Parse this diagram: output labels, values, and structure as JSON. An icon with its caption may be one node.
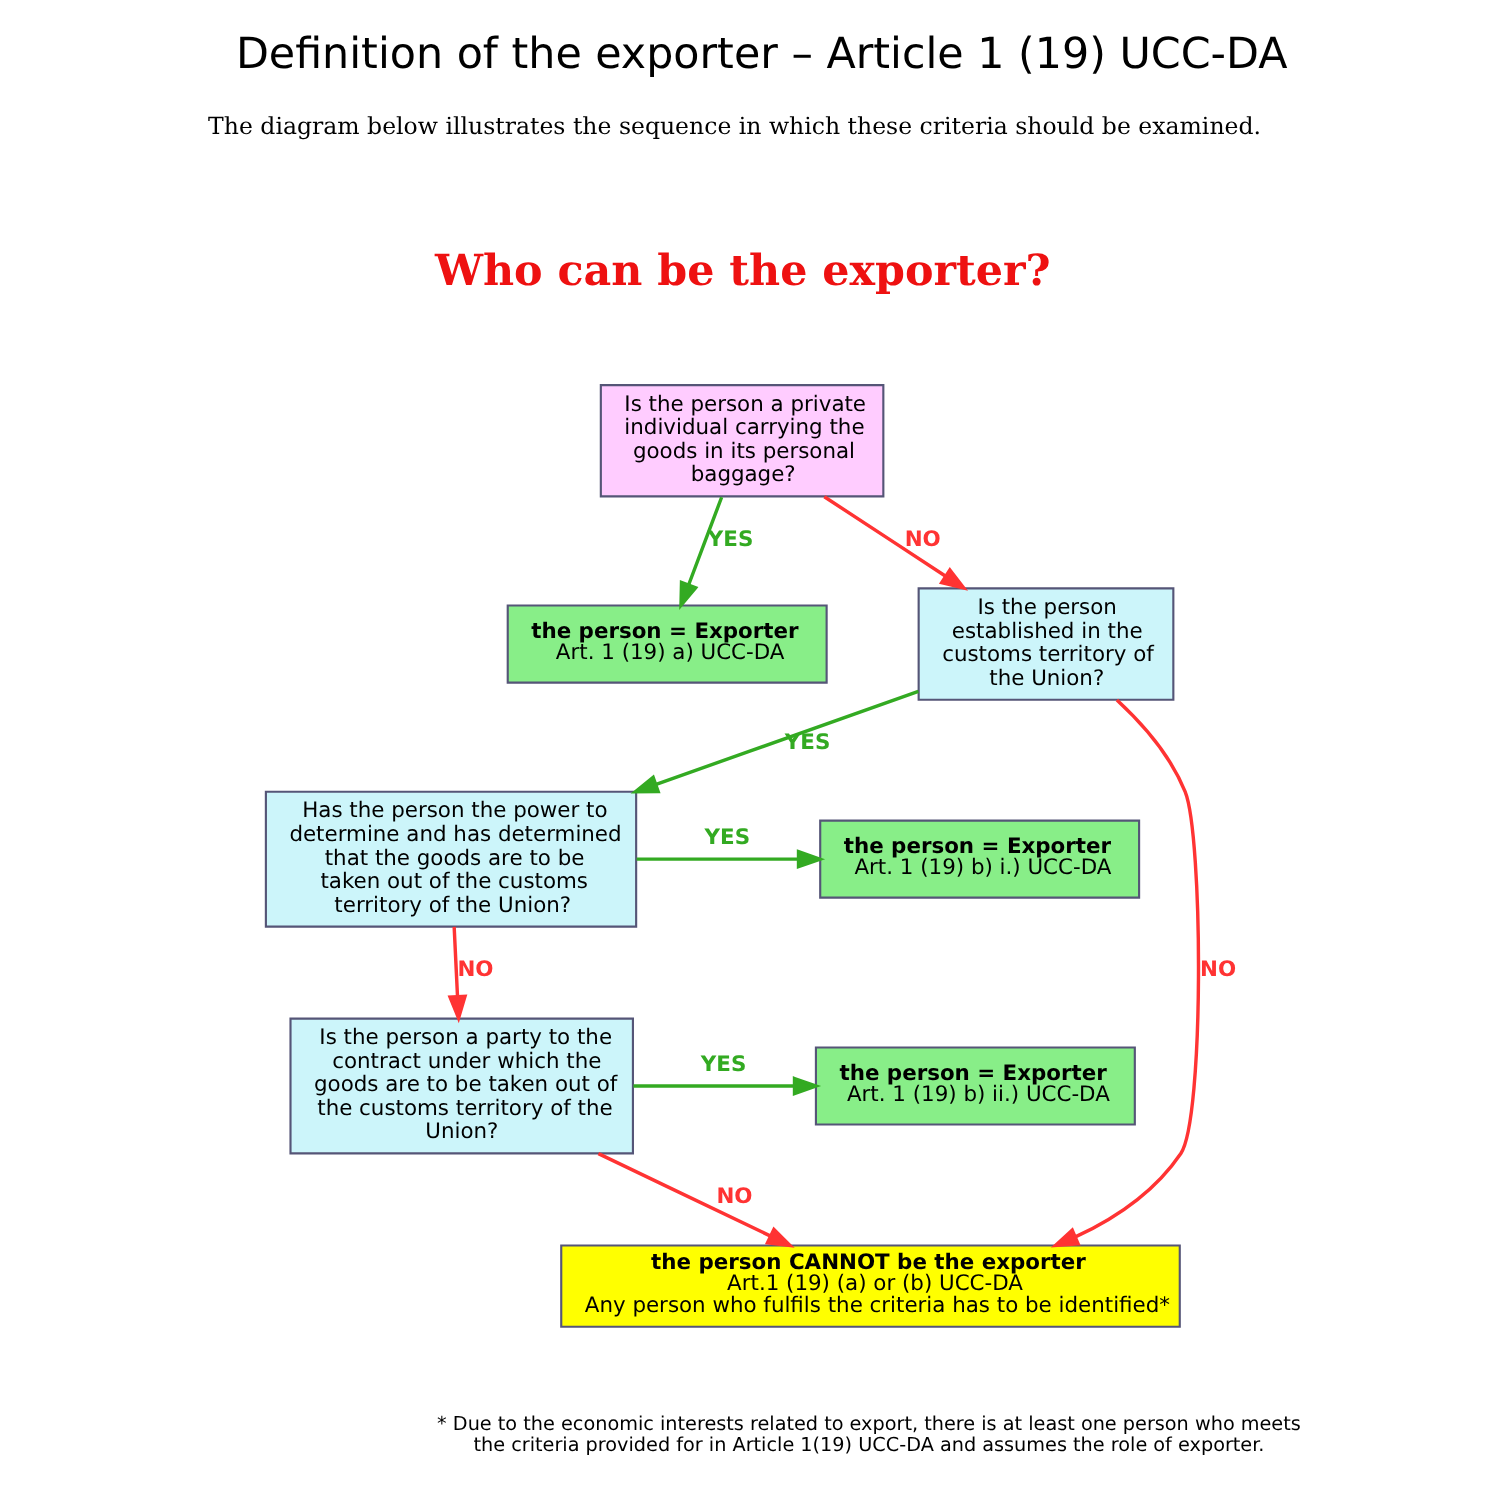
{
  "diagram": {
    "title": "Definition of the exporter – Article 1 (19) UCC-DA",
    "nodes": [
      {
        "text": [
          "Is the person a private individual carrying the goods in its personal baggage?"
        ]
      },
      {
        "text": [
          "the person = Exporter",
          "Art. 1 (19) a) UCC-DA"
        ]
      },
      {
        "text": [
          "Is the person established in the customs territory of the Union?"
        ]
      },
      {
        "text": [
          "Has the person the power to determine and has determined that the goods are to be taken out of the customs territory of the Union?"
        ]
      },
      {
        "text": [
          "the person = Exporter",
          "Art. 1 (19) b) i.) UCC-DA"
        ]
      },
      {
        "text": [
          "Is the person a party to the contract under which the goods are to be taken out of the customs territory of the Union?"
        ]
      },
      {
        "text": [
          "the person = Exporter",
          "Art. 1 (19) b) ii.) UCC-DA"
        ]
      },
      {
        "text": [
          "the person CANNOT be the exporter",
          "Art.1 (19) (a) or (b) UCC-DA",
          "Any person who fulfils the criteria has to be identified*"
        ]
      }
    ],
    "edges": [
      {
        "from": 0,
        "to": 1,
        "arrow": "to",
        "label": "YES",
        "color": "#33aa22"
      },
      {
        "from": 0,
        "to": 2,
        "arrow": "to",
        "label": "NO",
        "color": "#ff3333"
      },
      {
        "from": 2,
        "to": 3,
        "arrow": "to",
        "label": "YES",
        "color": "#33aa22"
      },
      {
        "from": 2,
        "to": 7,
        "arrow": "to",
        "label": "NO",
        "color": "#ff3333"
      },
      {
        "from": 3,
        "to": 4,
        "arrow": "to",
        "label": "YES",
        "color": "#33aa22"
      },
      {
        "from": 3,
        "to": 5,
        "arrow": "to",
        "label": "NO",
        "color": "#ff3333"
      },
      {
        "from": 5,
        "to": 6,
        "arrow": "to",
        "label": "YES",
        "color": "#33aa22"
      },
      {
        "from": 5,
        "to": 7,
        "arrow": "to",
        "label": "NO",
        "color": "#ff3333"
      }
    ],
    "labels": [
      "The diagram below illustrates the sequence in which these criteria should be examined.",
      "Who can be the exporter?",
      "* Due to the economic interests related to export, there is at least one person who meets the criteria provided for in Article 1(19) UCC-DA and assumes the role of exporter."
    ]
  }
}
